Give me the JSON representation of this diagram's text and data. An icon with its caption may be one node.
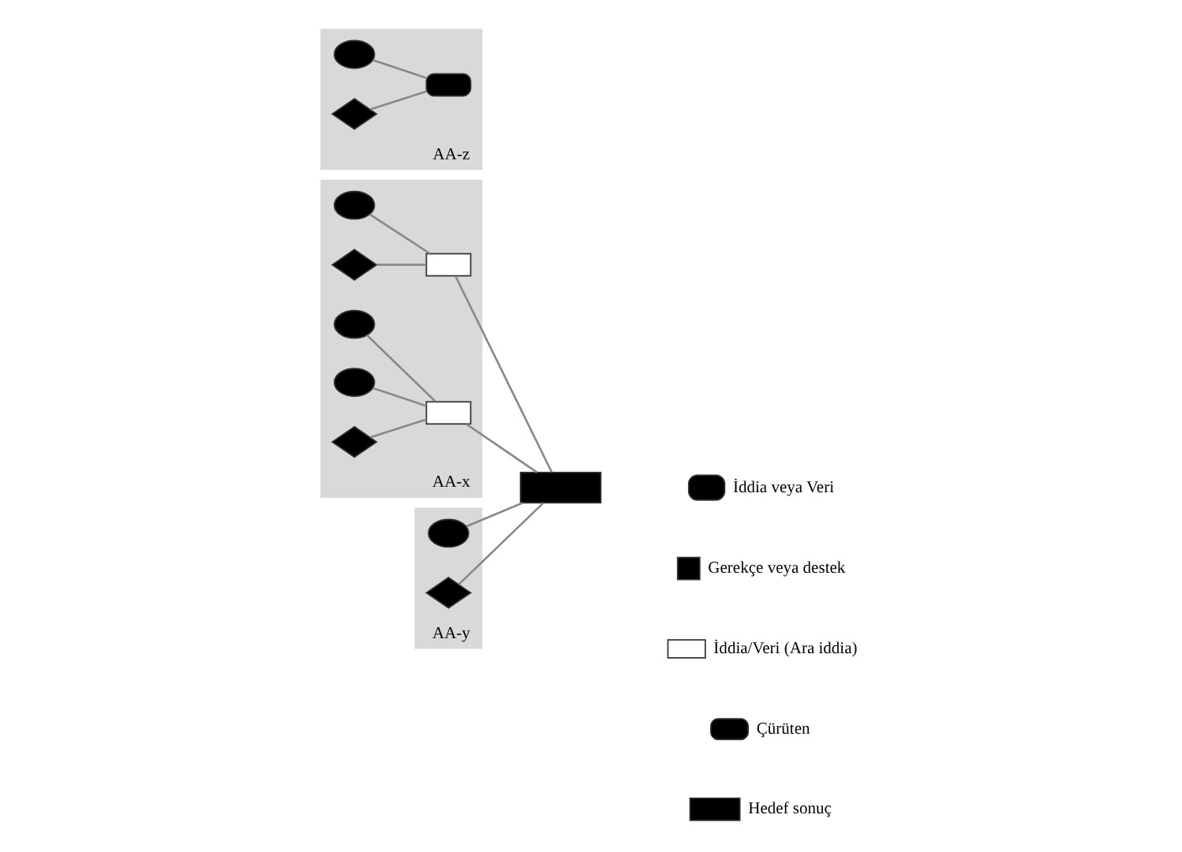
{
  "diagram": {
    "nodes": [
      {
        "text": [
          "AA-x"
        ]
      },
      {
        "text": [],
        "shape": "ellipse",
        "in": 0
      },
      {
        "text": [],
        "shape": "diamond",
        "in": 0
      },
      {
        "text": [],
        "shape": "box",
        "in": 0
      },
      {
        "text": [],
        "shape": "ellipse",
        "in": 0
      },
      {
        "text": [],
        "shape": "ellipse",
        "in": 0
      },
      {
        "text": [],
        "shape": "box",
        "in": 0
      },
      {
        "text": [],
        "shape": "diamond",
        "in": 0
      },
      {
        "text": [
          "AA-y"
        ]
      },
      {
        "text": [],
        "shape": "ellipse",
        "in": 8
      },
      {
        "text": [],
        "shape": "diamond",
        "in": 8
      },
      {
        "text": [
          "AA-z"
        ]
      },
      {
        "text": [],
        "shape": "ellipse",
        "in": 11
      },
      {
        "text": [],
        "shape": "diamond",
        "in": 11
      },
      {
        "text": [],
        "shape": "box",
        "in": 11
      },
      {
        "text": [],
        "shape": "box"
      }
    ],
    "edges": [
      {
        "from": 1,
        "to": 3,
        "arrow": "none"
      },
      {
        "from": 2,
        "to": 3,
        "arrow": "none"
      },
      {
        "from": 4,
        "to": 6,
        "arrow": "none"
      },
      {
        "from": 5,
        "to": 6,
        "arrow": "none"
      },
      {
        "from": 7,
        "to": 6,
        "arrow": "none"
      },
      {
        "from": 3,
        "to": 15,
        "arrow": "none"
      },
      {
        "from": 6,
        "to": 15,
        "arrow": "none"
      },
      {
        "from": 9,
        "to": 15,
        "arrow": "none"
      },
      {
        "from": 10,
        "to": 15,
        "arrow": "none"
      },
      {
        "from": 12,
        "to": 14,
        "arrow": "none"
      },
      {
        "from": 13,
        "to": 14,
        "arrow": "none"
      }
    ],
    "legend": [
      {
        "text": "İddia veya Veri"
      },
      {
        "text": "Gerekçe veya destek"
      },
      {
        "text": "İddia/Veri (Ara iddia)"
      },
      {
        "text": "Çürüten"
      },
      {
        "text": "Hedef sonuç"
      }
    ]
  }
}
